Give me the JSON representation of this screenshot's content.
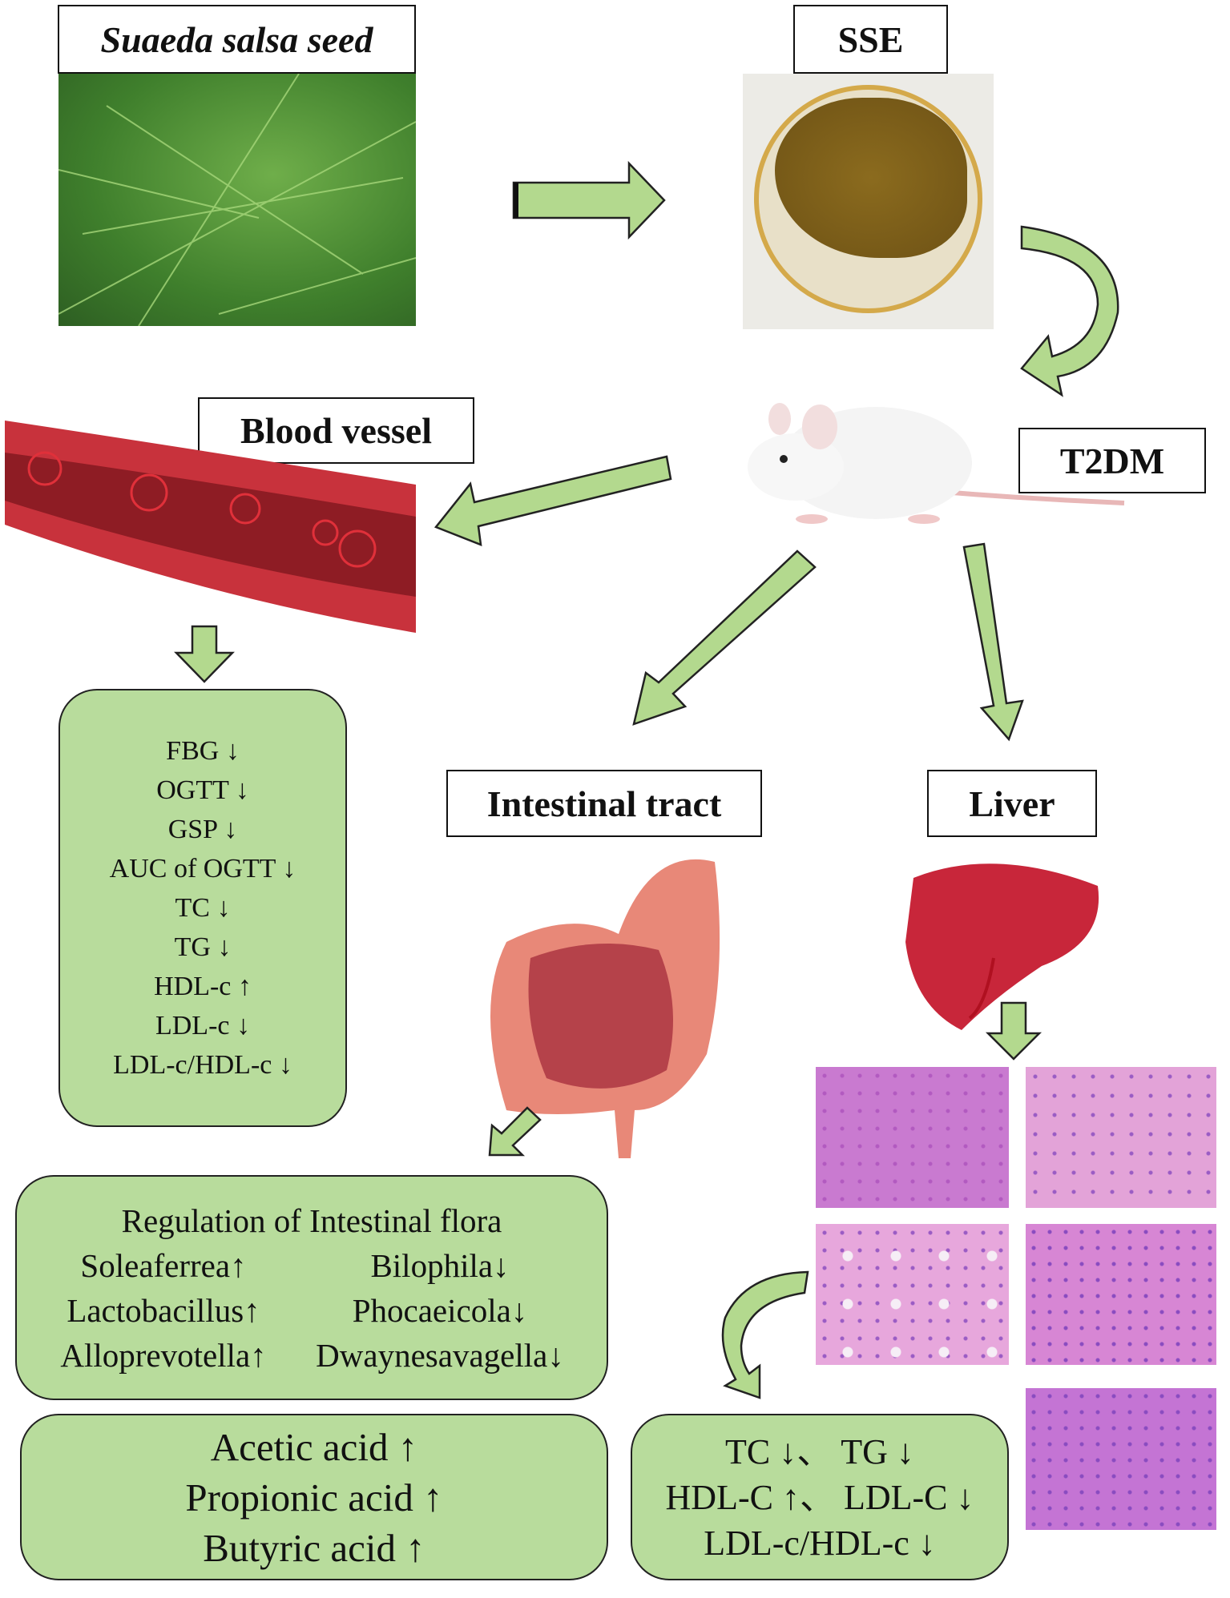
{
  "labels": {
    "plant": "Suaeda salsa seed",
    "extract": "SSE",
    "model": "T2DM",
    "blood": "Blood vessel",
    "intestine": "Intestinal tract",
    "liver": "Liver"
  },
  "blood_markers": [
    "FBG ↓",
    "OGTT ↓",
    "GSP ↓",
    "AUC of OGTT ↓",
    "TC ↓",
    "TG ↓",
    "HDL-c ↑",
    "LDL-c ↓",
    "LDL-c/HDL-c ↓"
  ],
  "flora": {
    "title": "Regulation  of Intestinal  flora",
    "rows": [
      [
        "Soleaferrea↑",
        "Bilophila↓"
      ],
      [
        "Lactobacillus↑",
        "Phocaeicola↓"
      ],
      [
        "Alloprevotella↑",
        "Dwaynesavagella↓"
      ]
    ]
  },
  "acids": [
    "Acetic acid ↑",
    "Propionic acid ↑",
    "Butyric acid ↑"
  ],
  "liver_markers": [
    "TC ↓、 TG ↓",
    "HDL-C ↑、 LDL-C ↓",
    "LDL-c/HDL-c ↓"
  ],
  "colors": {
    "arrow_fill": "#b3d98e",
    "box_fill": "#b8dc9c",
    "histology": "#c66bc4"
  }
}
